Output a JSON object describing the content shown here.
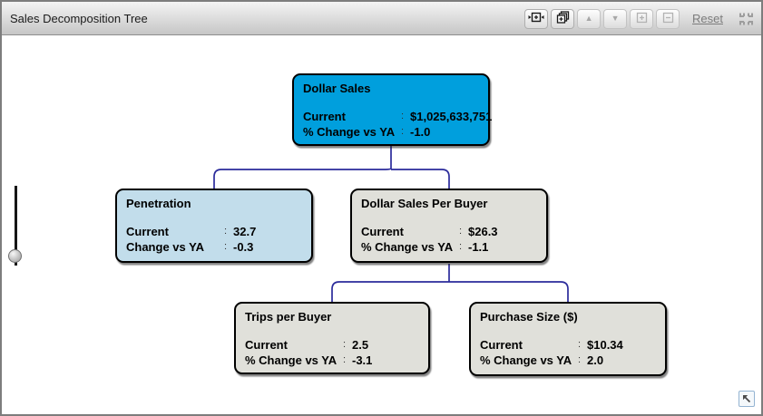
{
  "ui": {
    "colon": ":"
  },
  "header": {
    "title": "Sales Decomposition Tree",
    "toolbar": {
      "buttons": [
        {
          "name": "fit-width",
          "icon": "expand-width-icon",
          "enabled": true
        },
        {
          "name": "cascade",
          "icon": "cascade-windows-icon",
          "enabled": true
        },
        {
          "name": "level-up",
          "icon": "arrow-up-icon",
          "glyph": "▲",
          "enabled": false
        },
        {
          "name": "level-down",
          "icon": "arrow-down-icon",
          "glyph": "▼",
          "enabled": false
        },
        {
          "name": "expand-node",
          "icon": "plus-box-icon",
          "enabled": false
        },
        {
          "name": "collapse-node",
          "icon": "minus-box-icon",
          "enabled": false
        }
      ],
      "reset_label": "Reset",
      "corner_icon": "collapse-corners-icon"
    }
  },
  "slider": {
    "name": "zoom-slider",
    "orientation": "vertical"
  },
  "tree": {
    "connector_color": "#2b2b9b",
    "nodes": [
      {
        "id": "dollar-sales",
        "title": "Dollar Sales",
        "fill": "#009fdd",
        "rows": [
          {
            "label": "Current",
            "value": "$1,025,633,751"
          },
          {
            "label": "% Change vs YA",
            "value": "-1.0"
          }
        ]
      },
      {
        "id": "penetration",
        "title": "Penetration",
        "fill": "#c2ddeb",
        "rows": [
          {
            "label": "Current",
            "value": "32.7"
          },
          {
            "label": "Change vs YA",
            "value": "-0.3"
          }
        ]
      },
      {
        "id": "dollar-sales-per-buyer",
        "title": "Dollar Sales Per Buyer",
        "fill": "#e0e0da",
        "rows": [
          {
            "label": "Current",
            "value": "$26.3"
          },
          {
            "label": "% Change vs YA",
            "value": "-1.1"
          }
        ]
      },
      {
        "id": "trips-per-buyer",
        "title": "Trips per Buyer",
        "fill": "#e0e0da",
        "rows": [
          {
            "label": "Current",
            "value": "2.5"
          },
          {
            "label": "% Change vs YA",
            "value": "-3.1"
          }
        ]
      },
      {
        "id": "purchase-size",
        "title": "Purchase Size ($)",
        "fill": "#e0e0da",
        "rows": [
          {
            "label": "Current",
            "value": "$10.34"
          },
          {
            "label": "% Change vs YA",
            "value": "2.0"
          }
        ]
      }
    ],
    "edges": [
      {
        "from": "dollar-sales",
        "to": "penetration"
      },
      {
        "from": "dollar-sales",
        "to": "dollar-sales-per-buyer"
      },
      {
        "from": "dollar-sales-per-buyer",
        "to": "trips-per-buyer"
      },
      {
        "from": "dollar-sales-per-buyer",
        "to": "purchase-size"
      }
    ]
  },
  "footer": {
    "pan_button_icon": "nw-arrow-icon"
  }
}
